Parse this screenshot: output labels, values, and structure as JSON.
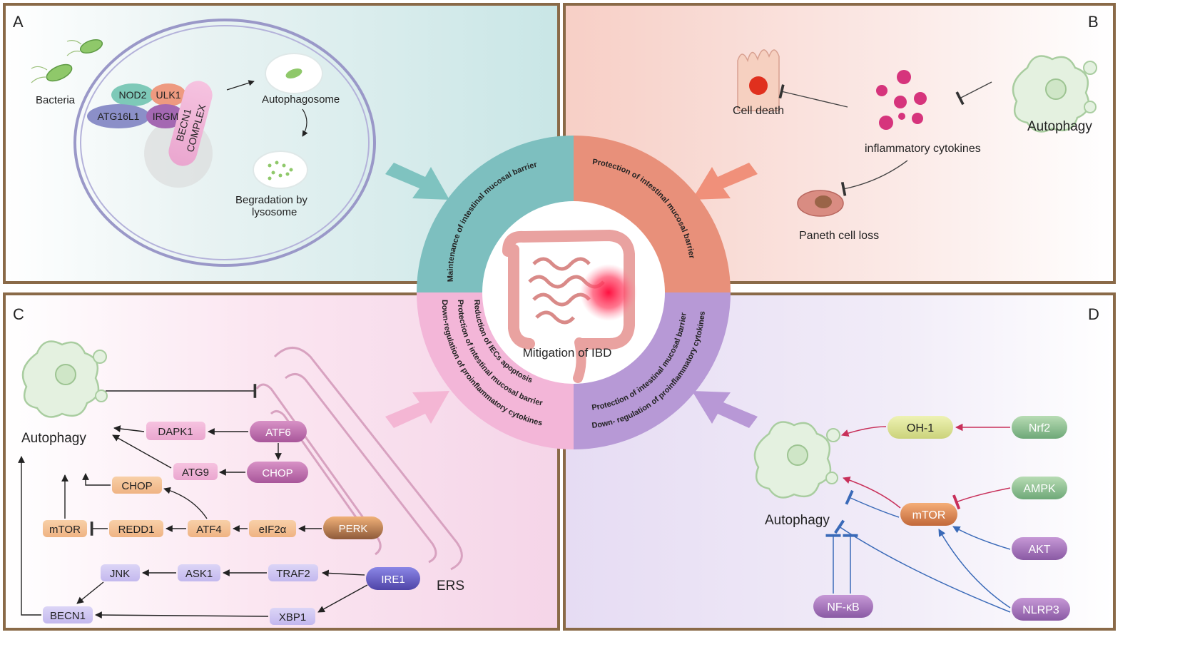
{
  "panels": {
    "A": {
      "letter": "A",
      "bacteria_label": "Bacteria",
      "proteins": [
        "NOD2",
        "ULK1",
        "ATG16L1",
        "IRGM"
      ],
      "complex_label": [
        "BECN1",
        "COMPLEX"
      ],
      "autophagosome_label": "Autophagosome",
      "degradation_label": [
        "Begradation by",
        "lysosome"
      ]
    },
    "B": {
      "letter": "B",
      "cell_death_label": "Cell death",
      "autophagy_label": "Autophagy",
      "cytokines_label": "inflammatory cytokines",
      "paneth_label": "Paneth cell loss"
    },
    "C": {
      "letter": "C",
      "autophagy_label": "Autophagy",
      "ers_label": "ERS",
      "nodes": {
        "dapk1": "DAPK1",
        "atf6": "ATF6",
        "atg9": "ATG9",
        "chop_right": "CHOP",
        "chop_left": "CHOP",
        "mtor": "mTOR",
        "redd1": "REDD1",
        "atf4": "ATF4",
        "eif2a": "eIF2α",
        "perk": "PERK",
        "jnk": "JNK",
        "ask1": "ASK1",
        "traf2": "TRAF2",
        "ire1": "IRE1",
        "becn1": "BECN1",
        "xbp1": "XBP1"
      }
    },
    "D": {
      "letter": "D",
      "autophagy_label": "Autophagy",
      "nodes": {
        "oh1": "OH-1",
        "nrf2": "Nrf2",
        "ampk": "AMPK",
        "mtor": "mTOR",
        "akt": "AKT",
        "nlrp3": "NLRP3",
        "nfkb": "NF-κB"
      }
    }
  },
  "center": {
    "label": "Mitigation of  IBD",
    "ring": {
      "top_left": "Maintenance of intestinal mucosal barrier",
      "top_right": "Protection of intestinal mucosal barrier",
      "bottom_left": [
        "Down-regulation of proinflammatory cytokines",
        "Protection of intestinal mucosal barrier",
        "Reduction of IECs apoptosis"
      ],
      "bottom_right": [
        "Down- regulation of proinflammatory cytokines",
        "Protection of intestinal mucosal barrier"
      ]
    }
  },
  "colors": {
    "teal": "#7dbfbf",
    "salmon": "#e8907a",
    "pink": "#f3b6d8",
    "purple": "#b799d6",
    "frame": "#8a6a48"
  }
}
